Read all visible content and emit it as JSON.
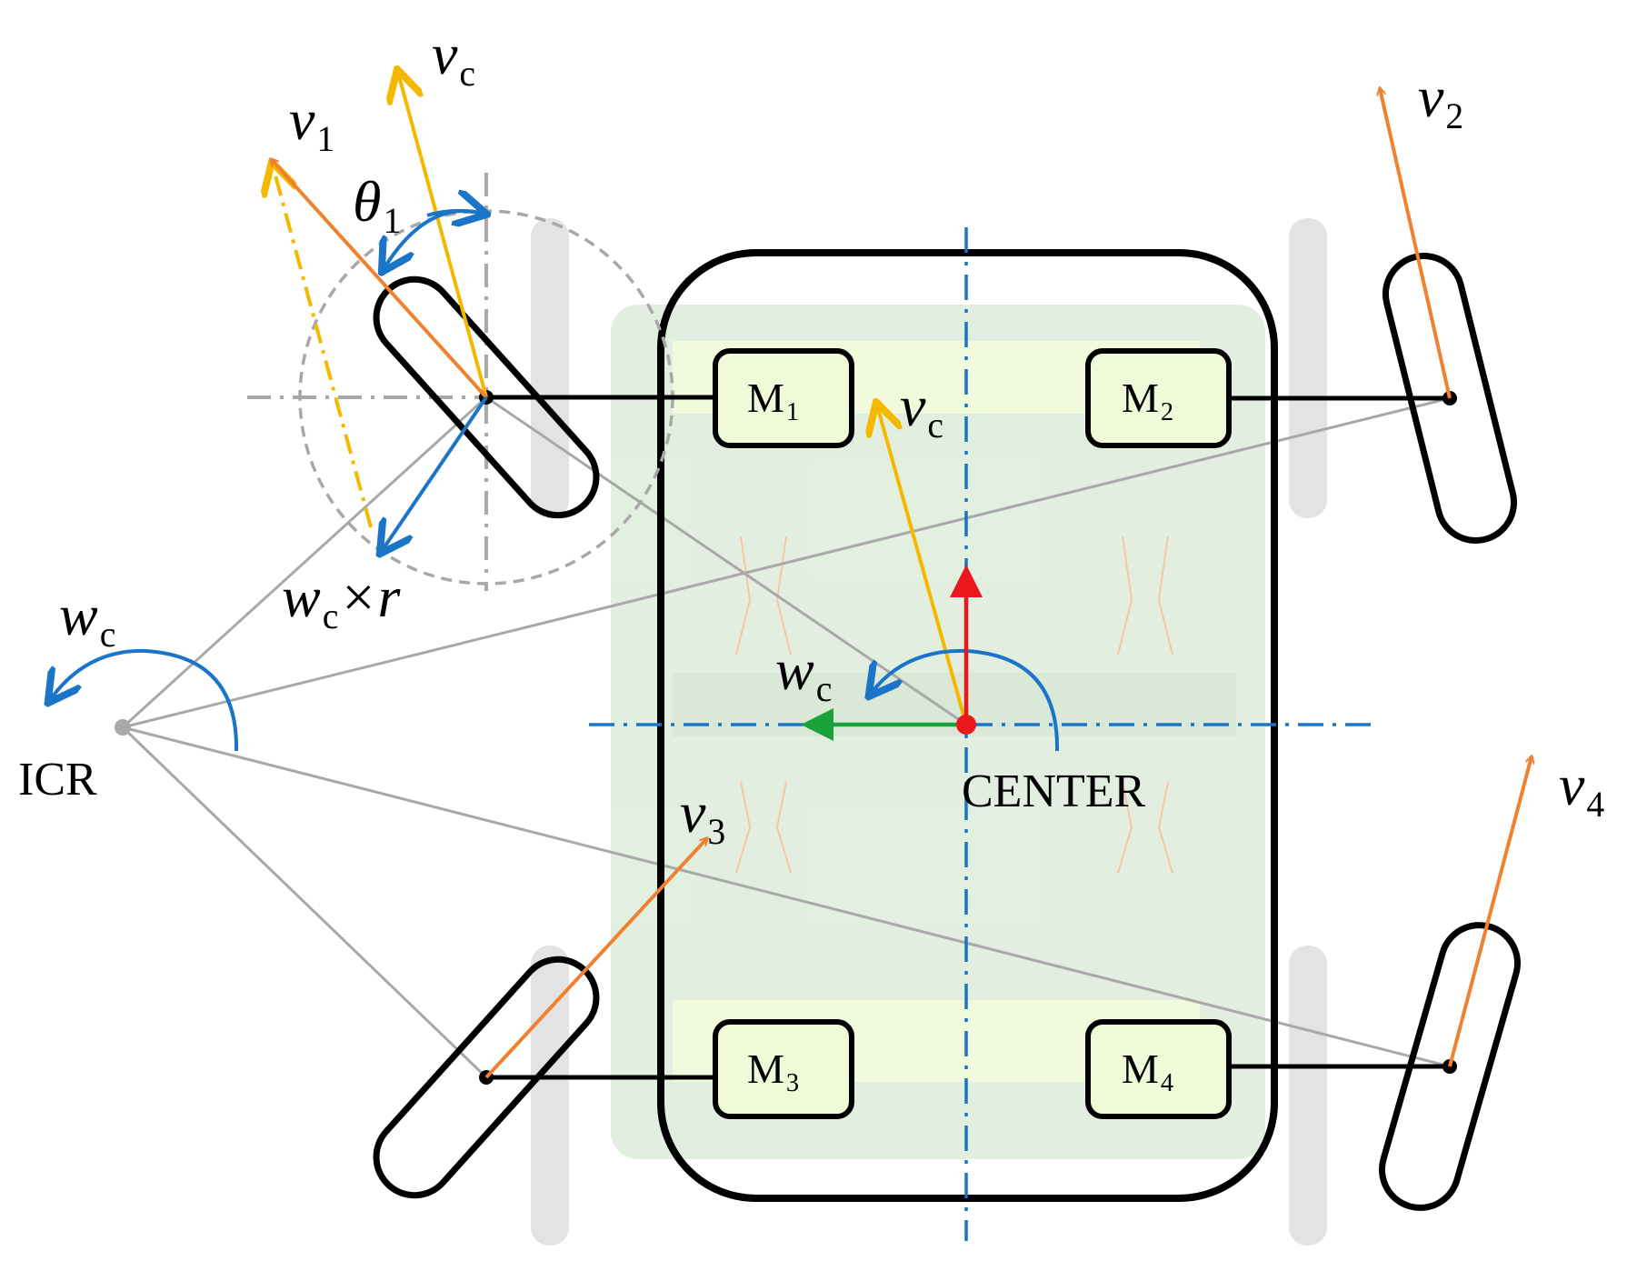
{
  "labels": {
    "vc_top": {
      "main": "v",
      "sub": "c"
    },
    "v1": {
      "main": "v",
      "sub": "1"
    },
    "theta1": {
      "main": "θ",
      "sub": "1"
    },
    "v2": {
      "main": "v",
      "sub": "2"
    },
    "vc_mid": {
      "main": "v",
      "sub": "c"
    },
    "wc_r": {
      "main": "w",
      "sub": "c",
      "tail": "×r"
    },
    "wc_left": {
      "main": "w",
      "sub": "c"
    },
    "wc_center": {
      "main": "w",
      "sub": "c"
    },
    "v3": {
      "main": "v",
      "sub": "3"
    },
    "v4": {
      "main": "v",
      "sub": "4"
    },
    "icr": "ICR",
    "center": "CENTER"
  },
  "motors": [
    {
      "main": "M",
      "sub": "1"
    },
    {
      "main": "M",
      "sub": "2"
    },
    {
      "main": "M",
      "sub": "3"
    },
    {
      "main": "M",
      "sub": "4"
    }
  ],
  "colors": {
    "orange": "#f08130",
    "yellow": "#f5b800",
    "blue": "#1a74c8",
    "green": "#1aa33a",
    "red": "#e8181c",
    "gray": "#a8a8a8",
    "body_fill": "#eef8e6"
  }
}
